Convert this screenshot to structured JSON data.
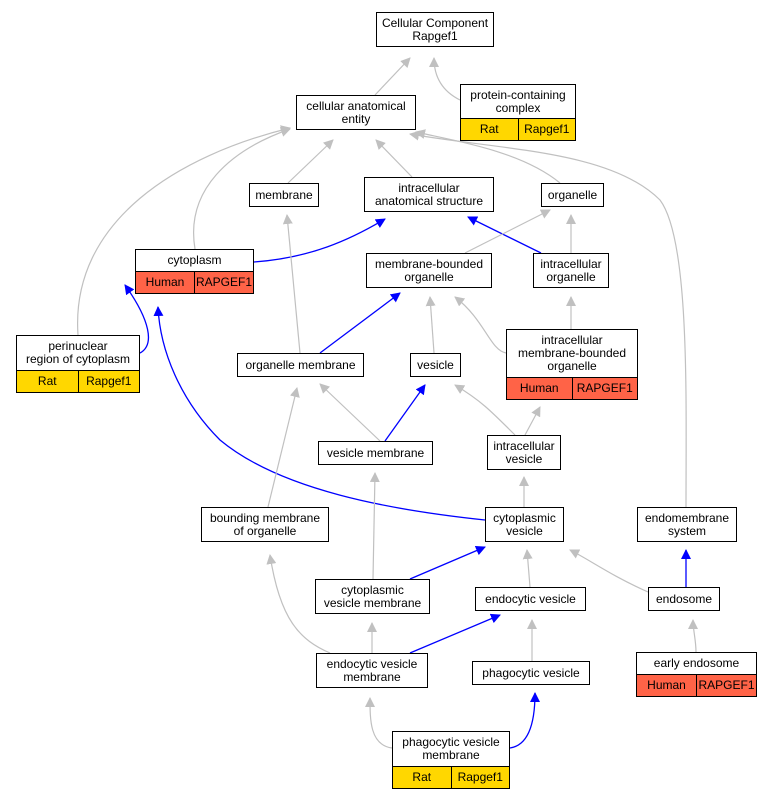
{
  "colors": {
    "gray_edge": "#c0c0c0",
    "blue_edge": "#0000ff",
    "rat": "#ffd700",
    "human": "#ff6347"
  },
  "nodes": [
    {
      "id": "root",
      "lines": [
        "Cellular Component",
        "Rapgef1"
      ]
    },
    {
      "id": "pcc",
      "lines": [
        "protein-containing",
        "complex"
      ],
      "species": [
        "Rat",
        "Rapgef1"
      ],
      "color": "rat"
    },
    {
      "id": "cae",
      "lines": [
        "cellular anatomical",
        "entity"
      ]
    },
    {
      "id": "membrane",
      "lines": [
        "membrane"
      ]
    },
    {
      "id": "ias",
      "lines": [
        "intracellular",
        "anatomical structure"
      ]
    },
    {
      "id": "organelle",
      "lines": [
        "organelle"
      ]
    },
    {
      "id": "cytoplasm",
      "lines": [
        "cytoplasm"
      ],
      "species": [
        "Human",
        "RAPGEF1"
      ],
      "color": "human"
    },
    {
      "id": "mbo",
      "lines": [
        "membrane-bounded",
        "organelle"
      ]
    },
    {
      "id": "io",
      "lines": [
        "intracellular",
        "organelle"
      ]
    },
    {
      "id": "prc",
      "lines": [
        "perinuclear",
        "region of cytoplasm"
      ],
      "species": [
        "Rat",
        "Rapgef1"
      ],
      "color": "rat"
    },
    {
      "id": "om",
      "lines": [
        "organelle membrane"
      ]
    },
    {
      "id": "vesicle",
      "lines": [
        "vesicle"
      ]
    },
    {
      "id": "imbo",
      "lines": [
        "intracellular",
        "membrane-bounded",
        "organelle"
      ],
      "species": [
        "Human",
        "RAPGEF1"
      ],
      "color": "human"
    },
    {
      "id": "vm",
      "lines": [
        "vesicle membrane"
      ]
    },
    {
      "id": "iv",
      "lines": [
        "intracellular",
        "vesicle"
      ]
    },
    {
      "id": "bmo",
      "lines": [
        "bounding membrane",
        "of organelle"
      ]
    },
    {
      "id": "cv",
      "lines": [
        "cytoplasmic",
        "vesicle"
      ]
    },
    {
      "id": "es",
      "lines": [
        "endomembrane",
        "system"
      ]
    },
    {
      "id": "cvm",
      "lines": [
        "cytoplasmic",
        "vesicle membrane"
      ]
    },
    {
      "id": "ev",
      "lines": [
        "endocytic vesicle"
      ]
    },
    {
      "id": "endosome",
      "lines": [
        "endosome"
      ]
    },
    {
      "id": "evm",
      "lines": [
        "endocytic vesicle",
        "membrane"
      ]
    },
    {
      "id": "pv",
      "lines": [
        "phagocytic vesicle"
      ]
    },
    {
      "id": "ee",
      "lines": [
        "early endosome"
      ],
      "species": [
        "Human",
        "RAPGEF1"
      ],
      "color": "human"
    },
    {
      "id": "pvm",
      "lines": [
        "phagocytic vesicle",
        "membrane"
      ],
      "species": [
        "Rat",
        "Rapgef1"
      ],
      "color": "rat"
    }
  ],
  "edges": [
    {
      "from": "cae",
      "to": "root",
      "color": "gray"
    },
    {
      "from": "pcc",
      "to": "root",
      "color": "gray"
    },
    {
      "from": "membrane",
      "to": "cae",
      "color": "gray"
    },
    {
      "from": "ias",
      "to": "cae",
      "color": "gray"
    },
    {
      "from": "organelle",
      "to": "cae",
      "color": "gray"
    },
    {
      "from": "cytoplasm",
      "to": "cae",
      "color": "gray"
    },
    {
      "from": "prc",
      "to": "cae",
      "color": "gray"
    },
    {
      "from": "es",
      "to": "cae",
      "color": "gray"
    },
    {
      "from": "cytoplasm",
      "to": "ias",
      "color": "blue"
    },
    {
      "from": "io",
      "to": "ias",
      "color": "blue"
    },
    {
      "from": "mbo",
      "to": "organelle",
      "color": "gray"
    },
    {
      "from": "io",
      "to": "organelle",
      "color": "gray"
    },
    {
      "from": "prc",
      "to": "cytoplasm",
      "color": "blue"
    },
    {
      "from": "cv",
      "to": "cytoplasm",
      "color": "blue"
    },
    {
      "from": "om",
      "to": "membrane",
      "color": "gray"
    },
    {
      "from": "om",
      "to": "mbo",
      "color": "blue"
    },
    {
      "from": "vesicle",
      "to": "mbo",
      "color": "gray"
    },
    {
      "from": "imbo",
      "to": "mbo",
      "color": "gray"
    },
    {
      "from": "imbo",
      "to": "io",
      "color": "gray"
    },
    {
      "from": "vm",
      "to": "om",
      "color": "gray"
    },
    {
      "from": "bmo",
      "to": "om",
      "color": "gray"
    },
    {
      "from": "vm",
      "to": "vesicle",
      "color": "blue"
    },
    {
      "from": "iv",
      "to": "vesicle",
      "color": "gray"
    },
    {
      "from": "iv",
      "to": "imbo",
      "color": "gray"
    },
    {
      "from": "cv",
      "to": "iv",
      "color": "gray"
    },
    {
      "from": "cvm",
      "to": "vm",
      "color": "gray"
    },
    {
      "from": "cvm",
      "to": "cv",
      "color": "blue"
    },
    {
      "from": "ev",
      "to": "cv",
      "color": "gray"
    },
    {
      "from": "endosome",
      "to": "cv",
      "color": "gray"
    },
    {
      "from": "endosome",
      "to": "es",
      "color": "blue"
    },
    {
      "from": "evm",
      "to": "bmo",
      "color": "gray"
    },
    {
      "from": "evm",
      "to": "cvm",
      "color": "gray"
    },
    {
      "from": "evm",
      "to": "ev",
      "color": "blue"
    },
    {
      "from": "pv",
      "to": "ev",
      "color": "gray"
    },
    {
      "from": "ee",
      "to": "endosome",
      "color": "gray"
    },
    {
      "from": "pvm",
      "to": "evm",
      "color": "gray"
    },
    {
      "from": "pvm",
      "to": "pv",
      "color": "blue"
    }
  ]
}
